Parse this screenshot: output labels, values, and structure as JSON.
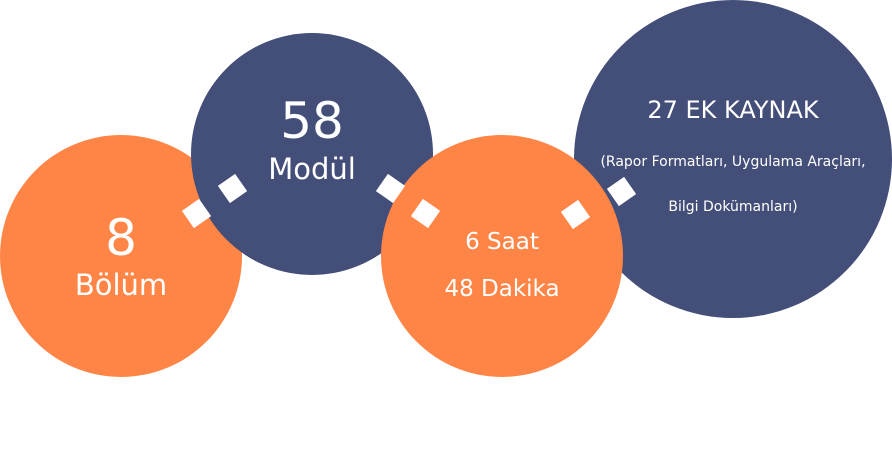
{
  "colors": {
    "orange": "#ff8547",
    "navy": "#434e79",
    "text": "#ffffff",
    "connector": "#ffffff"
  },
  "nodes": [
    {
      "id": "bolum",
      "number": "8",
      "label": "Bölüm"
    },
    {
      "id": "modul",
      "number": "58",
      "label": "Modül"
    },
    {
      "id": "saat",
      "line1": "6 Saat",
      "line2": "48 Dakika"
    },
    {
      "id": "kaynak",
      "title": "27 EK KAYNAK",
      "detail_line1": "(Rapor Formatları, Uygulama Araçları,",
      "detail_line2": "Bilgi Dokümanları)"
    }
  ]
}
